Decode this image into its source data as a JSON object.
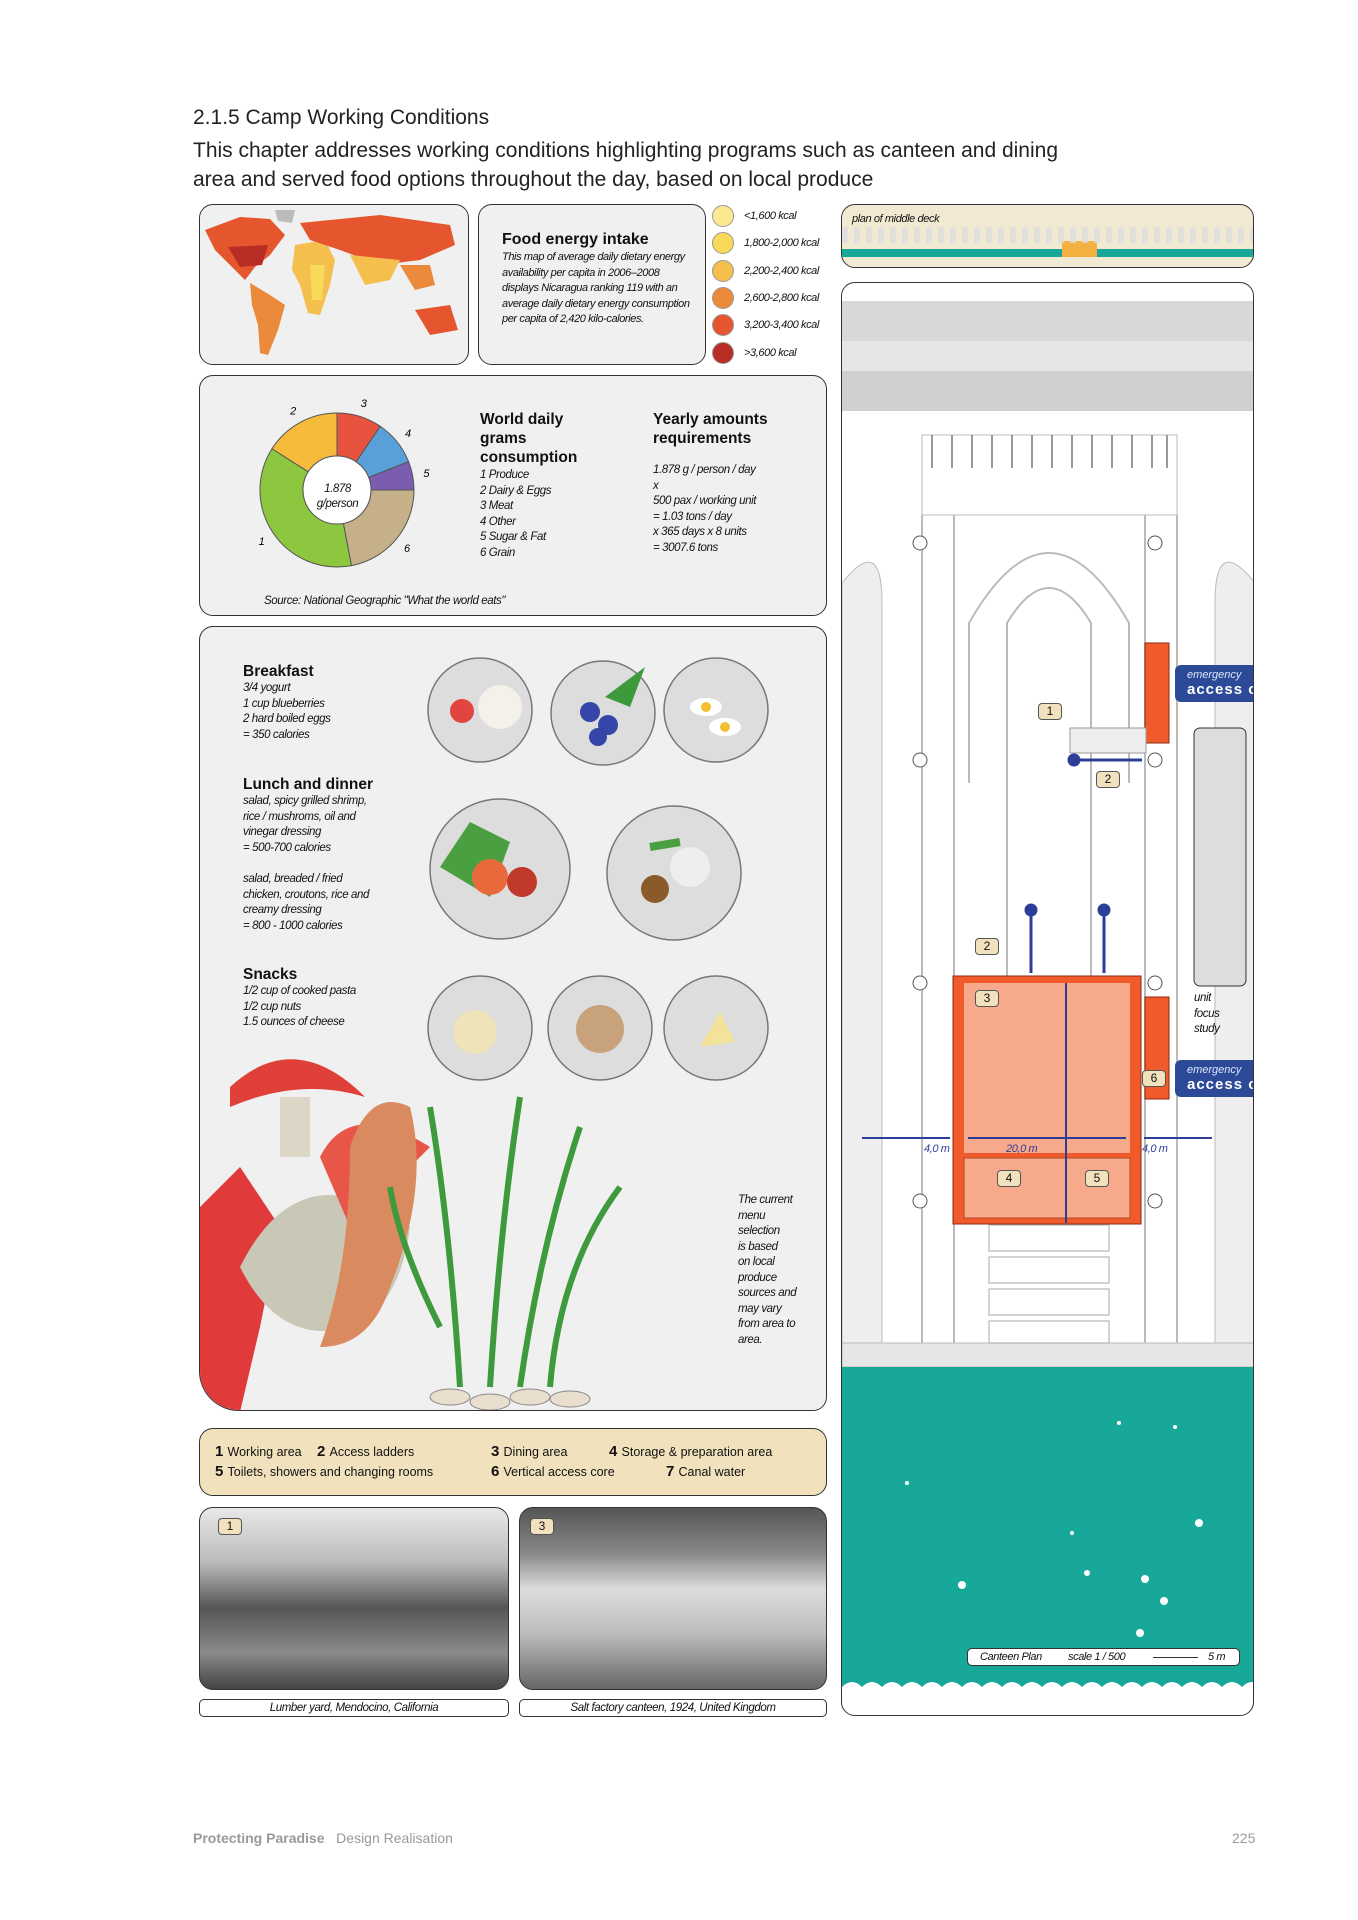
{
  "header": {
    "title": "2.1.5 Camp Working Conditions",
    "intro": "This chapter addresses working conditions highlighting programs such as canteen and dining area and served food options throughout the day, based on local produce"
  },
  "food_energy": {
    "title": "Food energy intake",
    "text": "This map of average daily dietary energy availability per capita in 2006–2008 displays Nicaragua ranking 119 with an average daily dietary energy consumption per capita of 2,420 kilo-calories.",
    "legend": [
      {
        "label": "<1,600 kcal",
        "color": "#fbe98f"
      },
      {
        "label": "1,800-2,000 kcal",
        "color": "#f9d95a"
      },
      {
        "label": "2,200-2,400 kcal",
        "color": "#f4bf4c"
      },
      {
        "label": "2,600-2,800 kcal",
        "color": "#ec8a3c"
      },
      {
        "label": "3,200-3,400 kcal",
        "color": "#e5562e"
      },
      {
        "label": ">3,600 kcal",
        "color": "#b82d26"
      }
    ]
  },
  "consumption": {
    "title": "World daily grams consumption",
    "center_value": "1.878",
    "center_unit": "g/person",
    "items": [
      "1 Produce",
      "2 Dairy & Eggs",
      "3 Meat",
      "4 Other",
      "5 Sugar & Fat",
      "6 Grain"
    ],
    "yearly_title": "Yearly amounts requirements",
    "yearly_lines": [
      "1.878 g / person / day",
      "x",
      "500 pax / working unit",
      "=  1.03 tons / day",
      "x 365 days x 8 units",
      "= 3007.6 tons"
    ],
    "source": "Source: National Geographic \"What the world eats\""
  },
  "chart_data": {
    "type": "pie",
    "title": "World daily grams consumption",
    "categories": [
      "Produce",
      "Dairy & Eggs",
      "Meat",
      "Other",
      "Sugar & Fat",
      "Grain"
    ],
    "slice_labels": [
      "1",
      "2",
      "3",
      "4",
      "5",
      "6"
    ],
    "values": [
      37,
      16,
      9.5,
      9.5,
      6,
      22
    ],
    "colors": [
      "#8dc63f",
      "#f6bb3b",
      "#e8533f",
      "#5aa0d8",
      "#7a5cb0",
      "#c5b08a"
    ]
  },
  "meals": {
    "breakfast": {
      "title": "Breakfast",
      "lines": [
        "3/4 yogurt",
        "1 cup blueberries",
        "2 hard boiled eggs",
        "= 350 calories"
      ]
    },
    "lunch": {
      "title": "Lunch and dinner",
      "lines": [
        "salad, spicy grilled shrimp,",
        "rice / mushroms, oil and",
        "vinegar dressing",
        "= 500-700 calories"
      ],
      "lines2": [
        "salad, breaded / fried",
        "chicken, croutons, rice and",
        "creamy dressing",
        "= 800 - 1000 calories"
      ]
    },
    "snacks": {
      "title": "Snacks",
      "lines": [
        "1/2 cup of cooked pasta",
        "1/2 cup nuts",
        "1.5 ounces of cheese"
      ]
    },
    "note": [
      "The current",
      "menu",
      "selection",
      "is based",
      "on local",
      "produce",
      "sources and",
      "may vary",
      "from area to",
      "area."
    ]
  },
  "legend": [
    {
      "n": "1",
      "t": "Working area"
    },
    {
      "n": "2",
      "t": "Access ladders"
    },
    {
      "n": "3",
      "t": "Dining area"
    },
    {
      "n": "4",
      "t": "Storage & preparation area"
    },
    {
      "n": "5",
      "t": "Toilets, showers and changing rooms"
    },
    {
      "n": "6",
      "t": "Vertical access core"
    },
    {
      "n": "7",
      "t": "Canal water"
    }
  ],
  "photos": [
    {
      "badge": "1",
      "caption": "Lumber yard, Mendocino, California"
    },
    {
      "badge": "3",
      "caption": "Salt factory canteen, 1924, United Kingdom"
    }
  ],
  "plan": {
    "deck_label": "plan of middle deck",
    "emergency_small": "emergency",
    "emergency_big": "access core",
    "unit_focus": [
      "unit",
      "focus",
      "study"
    ],
    "badges": [
      "1",
      "2",
      "2",
      "3",
      "4",
      "5",
      "6"
    ],
    "dim_left": "4,0 m",
    "dim_mid": "20,0 m",
    "dim_right": "4,0 m",
    "scale_title": "Canteen Plan",
    "scale": "scale 1 / 500",
    "scale_bar": "5 m"
  },
  "footer": {
    "book": "Protecting Paradise",
    "section": "Design Realisation",
    "page": "225"
  }
}
